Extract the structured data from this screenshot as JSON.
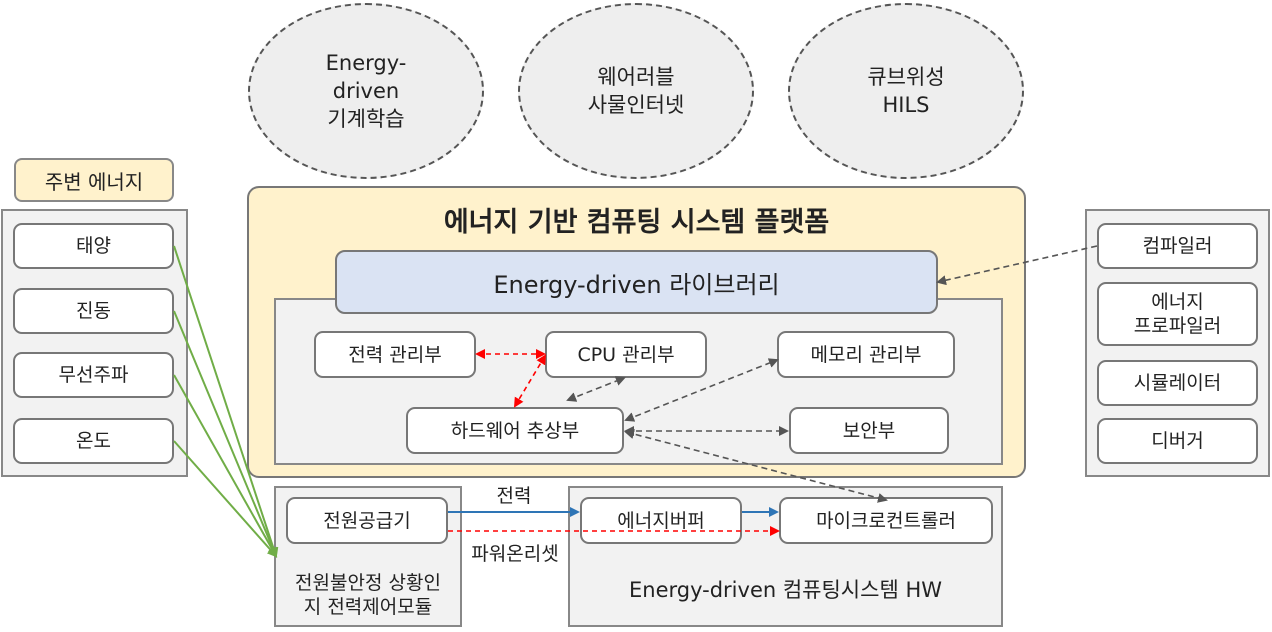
{
  "top_concepts": [
    {
      "label": "Energy-\ndriven\n기계학습"
    },
    {
      "label": "웨어러블\n사물인터넷"
    },
    {
      "label": "큐브위성\nHILS"
    }
  ],
  "ambient_energy": {
    "title": "주변 에너지",
    "sources": [
      "태양",
      "진동",
      "무선주파",
      "온도"
    ]
  },
  "platform": {
    "title": "에너지 기반 컴퓨팅 시스템 플랫폼",
    "library": "Energy-driven 라이브러리",
    "modules": {
      "power_mgmt": "전력 관리부",
      "cpu_mgmt": "CPU 관리부",
      "memory_mgmt": "메모리 관리부",
      "hw_abstraction": "하드웨어 추상부",
      "security": "보안부"
    }
  },
  "tools": [
    "컴파일러",
    "에너지\n프로파일러",
    "시뮬레이터",
    "디버거"
  ],
  "power_module": {
    "supply": "전원공급기",
    "caption": "전원불안정 상황인\n지 전력제어모듈"
  },
  "hw": {
    "energy_buffer": "에너지버퍼",
    "microcontroller": "마이크로컨트롤러",
    "caption": "Energy-driven 컴퓨팅시스템 HW"
  },
  "arrow_labels": {
    "power": "전력",
    "power_on_reset": "파워온리셋"
  },
  "colors": {
    "platform_bg": "#fff2cc",
    "library_bg": "#dae3f3",
    "energy_line": "#70ad47",
    "power_line": "#2e75b6",
    "reset_line": "#ff0000"
  }
}
